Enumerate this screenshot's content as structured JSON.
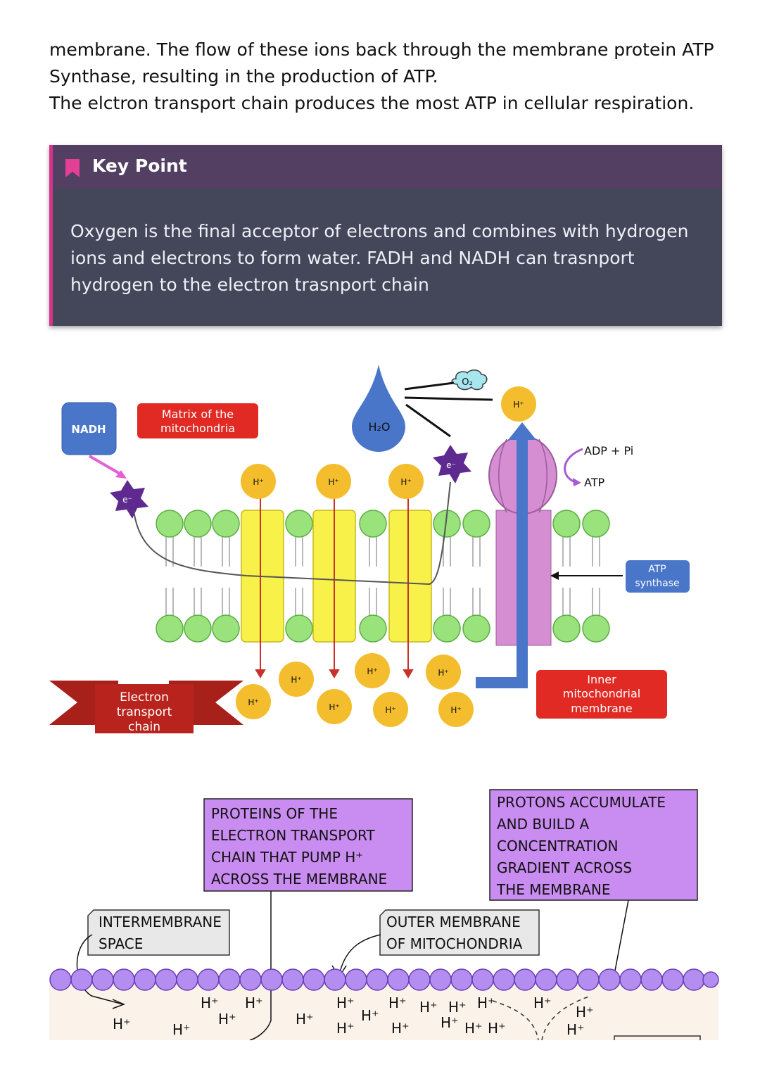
{
  "intro": {
    "line1": "membrane. The flow of these ions back through the membrane protein ATP",
    "line2": "Synthase, resulting in the production of ATP.",
    "line3": "The elctron transport chain produces the most ATP in cellular respiration."
  },
  "key_point": {
    "title": "Key Point",
    "body": "Oxygen is the final acceptor of electrons and combines with hydrogen ions and electrons to form water. FADH and NADH can trasnport hydrogen to the electron trasnport chain"
  },
  "etc_diagram": {
    "nadh": "NADH",
    "matrix": [
      "Matrix of the",
      "mitochondria"
    ],
    "water": "H₂O",
    "oxygen": "O₂",
    "electron": "e⁻",
    "proton": "H⁺",
    "adp": "ADP + Pi",
    "atp": "ATP",
    "atp_synthase": [
      "ATP",
      "synthase"
    ],
    "inner_membrane": [
      "Inner",
      "mitochondrial",
      "membrane"
    ],
    "etc_banner": [
      "Electron",
      "transport",
      "chain"
    ]
  },
  "sketch_diagram": {
    "pump_note": [
      "PROTEINS  OF  THE",
      "ELECTRON  TRANSPORT",
      "CHAIN  THAT  PUMP  H⁺",
      "ACROSS THE  MEMBRANE"
    ],
    "gradient_note": [
      "PROTONS  ACCUMULATE",
      "AND  BUILD  A",
      "CONCENTRATION",
      "GRADIENT  ACROSS",
      "THE  MEMBRANE"
    ],
    "intermembrane": [
      "INTERMEMBRANE",
      "SPACE"
    ],
    "outer_membrane": [
      "OUTER  MEMBRANE",
      "OF  MITOCHONDRIA"
    ],
    "proton": "H⁺"
  },
  "colors": {
    "keypoint_bg": "#44465a",
    "keypoint_header": "#523f62",
    "accent_pink": "#d4338a",
    "red_label": "#e02a23",
    "blue_label": "#4a76c9",
    "membrane_green": "#99e27c",
    "protein_yellow": "#f7f14a",
    "proton_gold": "#f3bd2d",
    "synthase_pink": "#d48ed1",
    "note_purple": "#c98cf0"
  }
}
